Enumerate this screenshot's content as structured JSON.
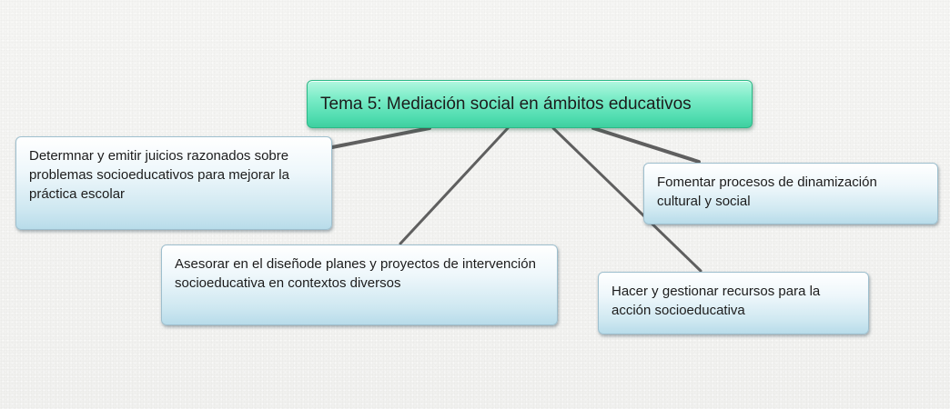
{
  "central_topic": "Tema 5: Mediación social en ámbitos educativos",
  "subtopics": [
    "Determnar y emitir juicios razonados sobre problemas socioeducativos para mejorar la práctica escolar",
    "Asesorar en el diseñode planes y proyectos de intervención socioeducativa en contextos diversos",
    "Fomentar procesos de dinamización cultural y social",
    "Hacer y gestionar recursos para la acción socioeducativa"
  ],
  "colors": {
    "central_fill": "#4fdcaf",
    "subtopic_fill": "#cfe8f1",
    "connector": "#5f5f5f"
  }
}
